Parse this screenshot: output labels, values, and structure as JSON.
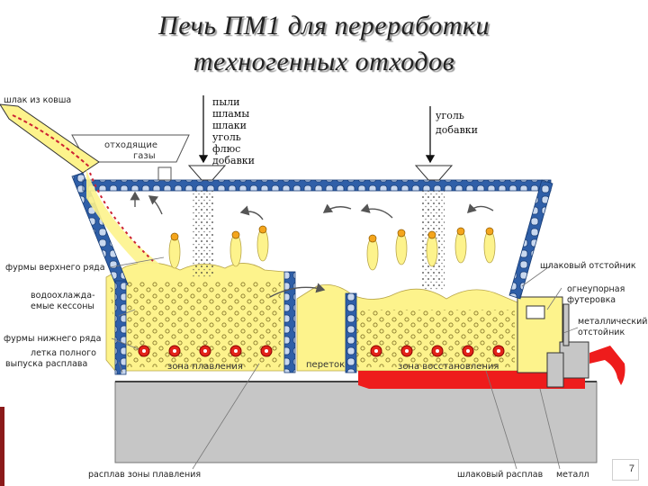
{
  "title": {
    "line1": "Печь ПМ1  для переработки",
    "line2": "техногенных отходов"
  },
  "feeds": {
    "left": [
      "пыли",
      "шламы",
      "шлаки",
      "уголь",
      "флюс",
      "добавки"
    ],
    "right": [
      "уголь",
      "добавки"
    ]
  },
  "labels": {
    "slag_ladle": "шлак из ковша",
    "exhaust_gases_1": "отходящие",
    "exhaust_gases_2": "газы",
    "upper_tuyeres": "фурмы верхнего ряда",
    "caissons_1": "водоохлажда-",
    "caissons_2": "емые кессоны",
    "lower_tuyeres": "фурмы нижнего ряда",
    "taphole_1": "летка полного",
    "taphole_2": "выпуска расплава",
    "melting_zone": "зона плавления",
    "overflow": "переток",
    "reduction_zone": "зона восстановления",
    "slag_settler": "шлаковый отстойник",
    "refractory_1": "огнеупорная",
    "refractory_2": "футеровка",
    "metal_settler_1": "металлический",
    "metal_settler_2": "отстойник",
    "melt_zone_melt": "расплав зоны плавления",
    "slag_melt": "шлаковый расплав",
    "metal": "металл"
  },
  "page_number": "7",
  "colors": {
    "melt": "#fdf38c",
    "metal": "#ee1c1c",
    "block": "#2f5fa8",
    "concrete": "#c6c6c6"
  }
}
